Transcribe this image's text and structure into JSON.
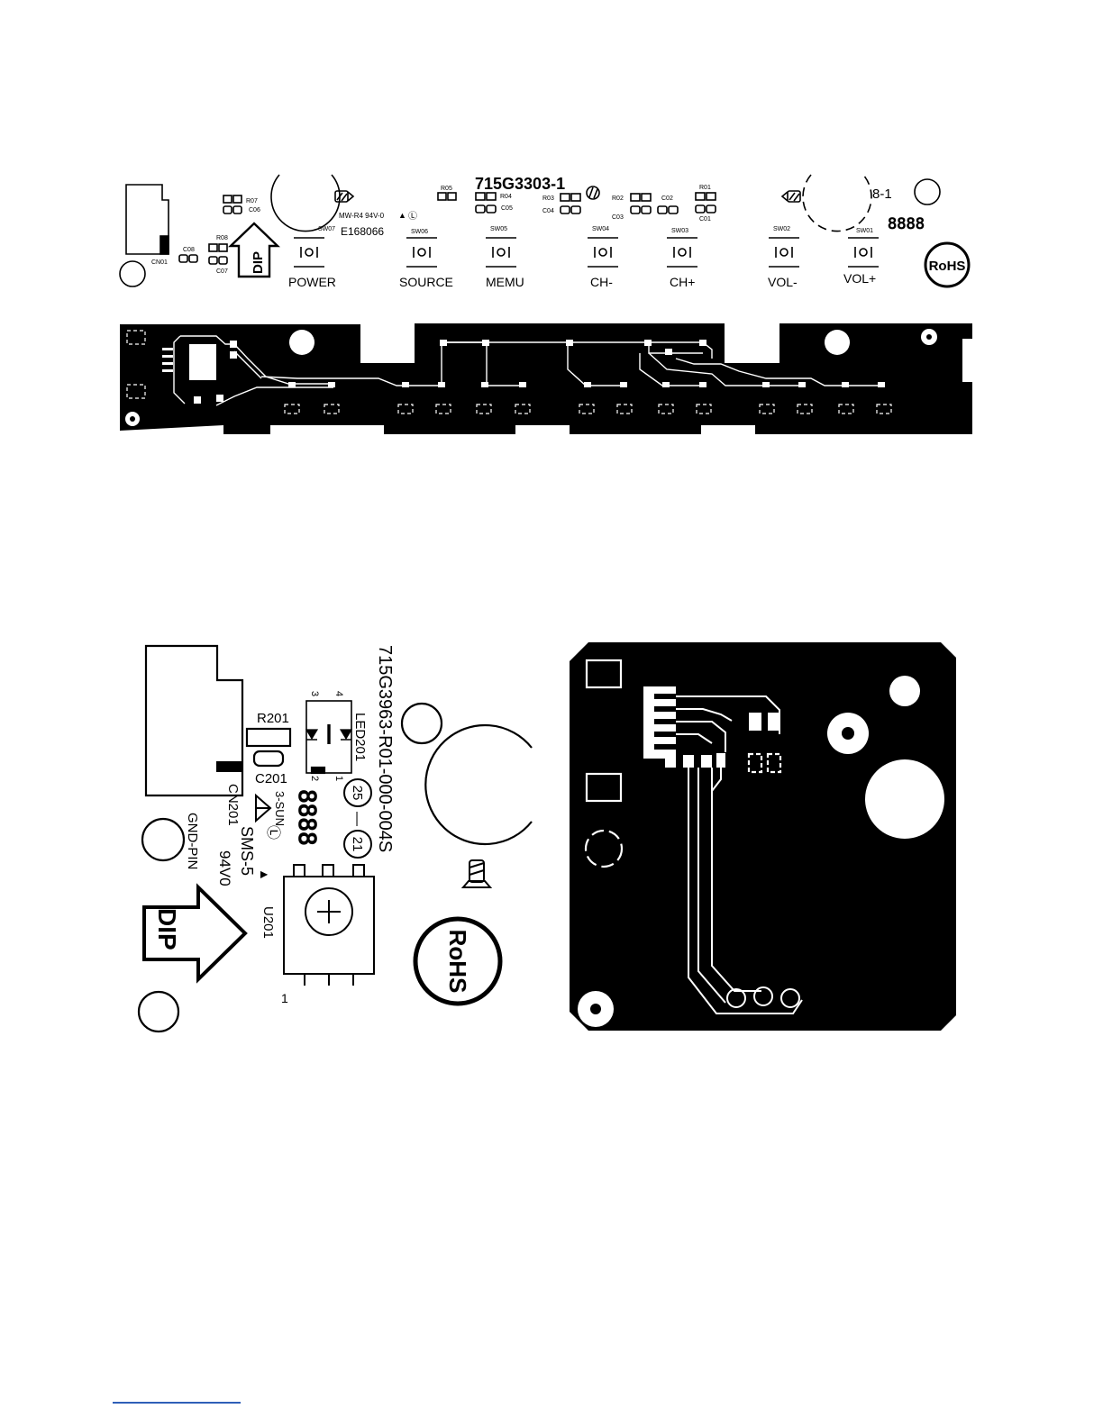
{
  "keyboard_board": {
    "part_number": "715G3303-1",
    "revision": "8-1",
    "date_code": "8888",
    "ul_marking": "MW-R4 94V-0",
    "ul_symbol": "Ⓛ",
    "ul_file": "E168066",
    "dip_marking": "DIP",
    "rohs_marking": "RoHS",
    "connector_label": "CN01",
    "component_labels": [
      "R07",
      "C06",
      "R08",
      "C08",
      "C07",
      "R05",
      "R04",
      "C05",
      "R03",
      "C04",
      "R02",
      "C03",
      "C02",
      "R01",
      "C01"
    ],
    "switches": [
      {
        "ref": "SW07",
        "label": "POWER"
      },
      {
        "ref": "SW06",
        "label": "SOURCE"
      },
      {
        "ref": "SW05",
        "label": "MEMU"
      },
      {
        "ref": "SW04",
        "label": "CH-"
      },
      {
        "ref": "SW03",
        "label": "CH+"
      },
      {
        "ref": "SW02",
        "label": "VOL-"
      },
      {
        "ref": "SW01",
        "label": "VOL+"
      }
    ]
  },
  "led_board": {
    "part_number": "715G3963-R01-000-004S",
    "led_ref": "LED201",
    "led_pins": [
      "3",
      "4",
      "2",
      "1"
    ],
    "resistor_ref": "R201",
    "capacitor_ref": "C201",
    "connector_ref": "CN201",
    "gnd_label": "GND-PIN",
    "ir_receiver_ref": "U201",
    "ir_pin_label": "1",
    "manufacturer": "3-SUN",
    "ul_symbol": "Ⓛ",
    "material": "SMS-5",
    "flammability": "94V0",
    "date_circle_1": "25",
    "date_dash": "—",
    "date_circle_2": "21",
    "date_code": "8888",
    "dip_marking": "DIP",
    "rohs_marking": "RoHS"
  },
  "colors": {
    "silk": "#000000",
    "copper": "#000000",
    "background": "#ffffff",
    "footnote_rule": "#2f5fb8"
  }
}
